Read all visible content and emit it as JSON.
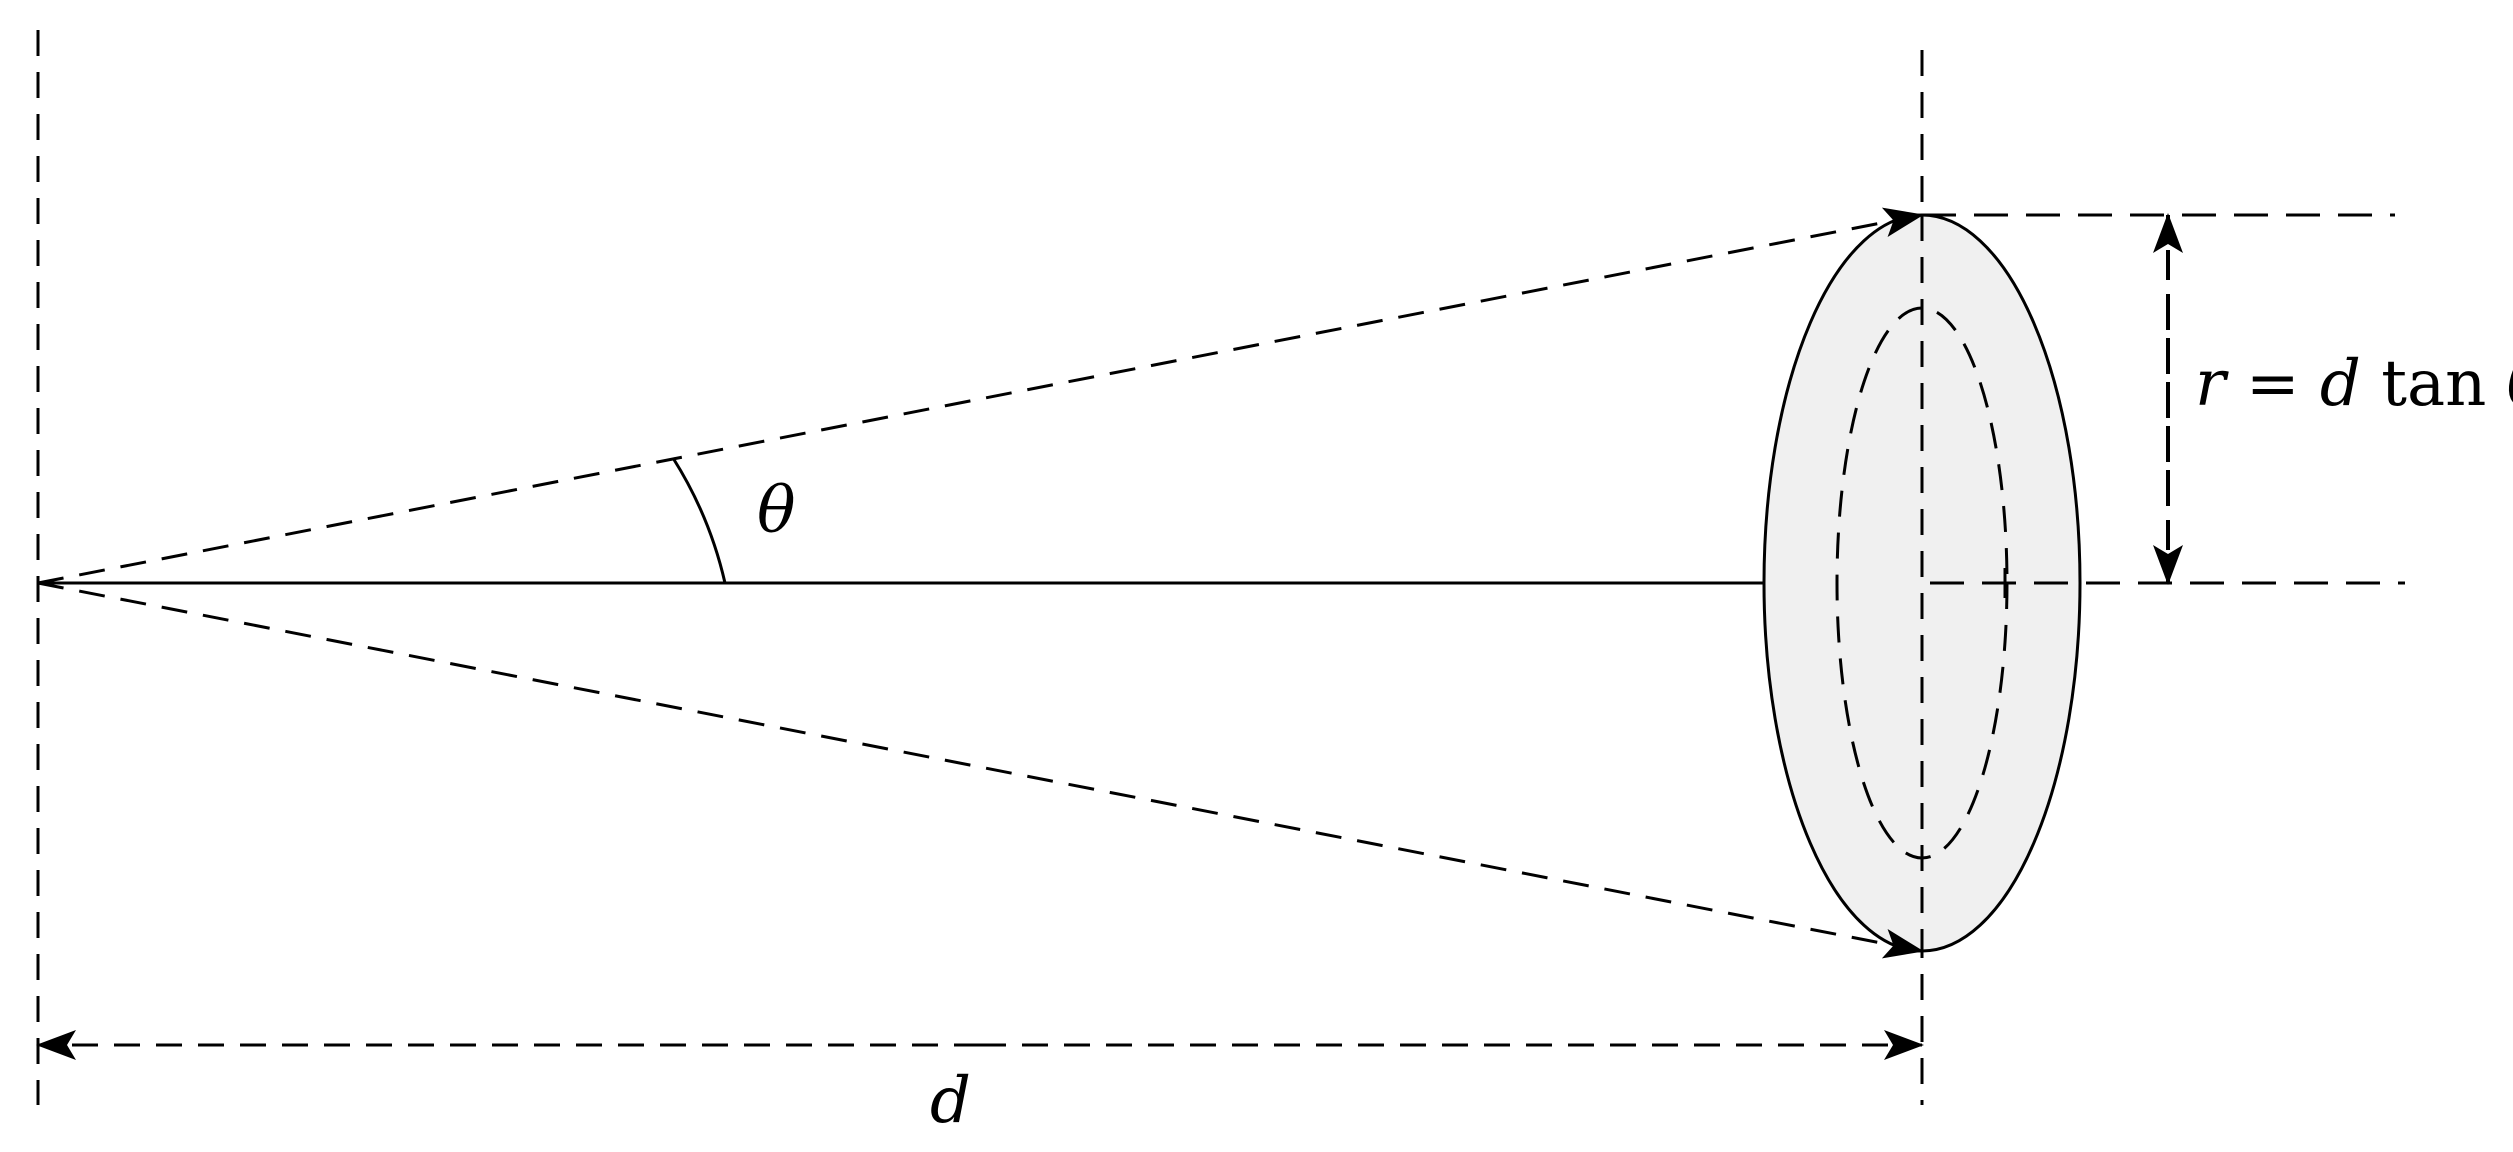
{
  "labels": {
    "angle": "θ",
    "distance": "d",
    "radius_formula": {
      "r": "r",
      "equals": " = ",
      "d": "d",
      "tan": " tan ",
      "theta": "θ"
    }
  },
  "colors": {
    "stroke": "#000000",
    "disk_fill": "#f0f0f0",
    "background": "#ffffff"
  }
}
